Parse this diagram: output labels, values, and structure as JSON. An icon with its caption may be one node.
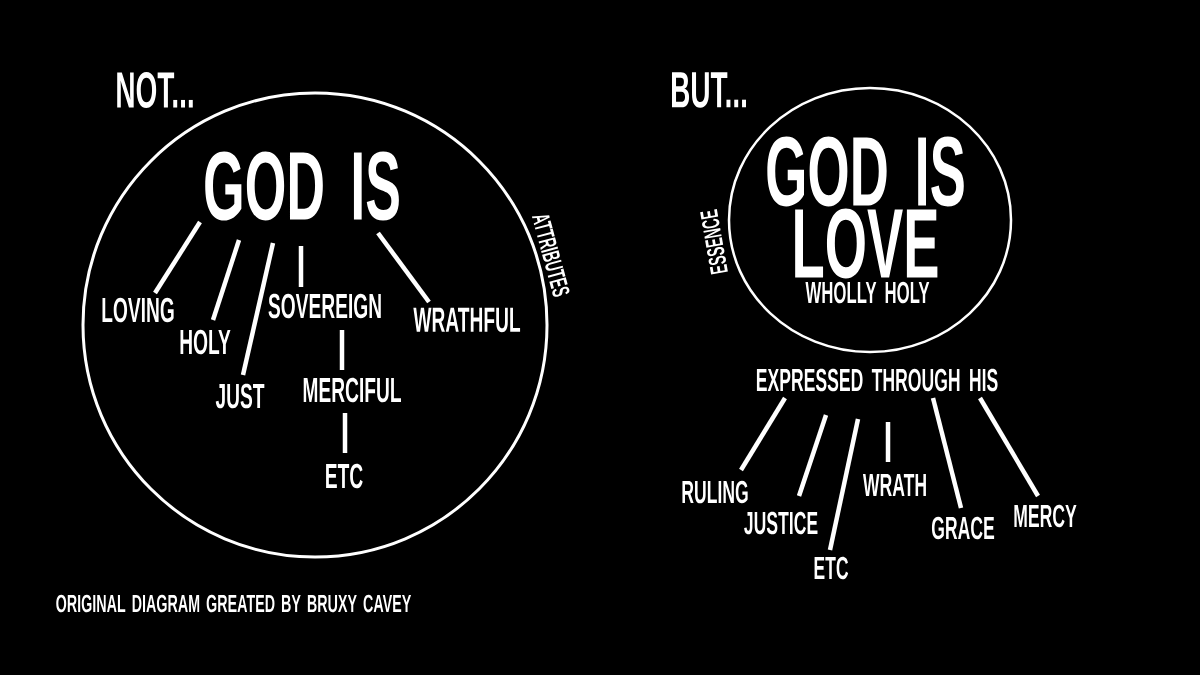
{
  "diagram": {
    "nodes": [
      {
        "text": [],
        "shape": "circle",
        "beside": [
          "ATTRIBUTES"
        ]
      },
      {
        "text": [
          "GOD IS"
        ],
        "in": 0
      },
      {
        "text": [
          "LOVING"
        ],
        "in": 0
      },
      {
        "text": [
          "HOLY"
        ],
        "in": 0
      },
      {
        "text": [
          "JUST"
        ],
        "in": 0
      },
      {
        "text": [
          "SOVEREIGN"
        ],
        "in": 0
      },
      {
        "text": [
          "WRATHFUL"
        ],
        "in": 0
      },
      {
        "text": [
          "MERCIFUL"
        ],
        "in": 0
      },
      {
        "text": [
          "ETC"
        ],
        "in": 0
      },
      {
        "text": [
          "GOD IS LOVE",
          "WHOLLY HOLY"
        ],
        "beside": [
          "ESSENCE"
        ]
      },
      {
        "text": [
          "EXPRESSED THROUGH HIS"
        ]
      },
      {
        "text": [
          "RULING"
        ]
      },
      {
        "text": [
          "JUSTICE"
        ]
      },
      {
        "text": [
          "ETC"
        ]
      },
      {
        "text": [
          "WRATH"
        ]
      },
      {
        "text": [
          "GRACE"
        ]
      },
      {
        "text": [
          "MERCY"
        ]
      }
    ],
    "edges": [
      {
        "from": 1,
        "to": 2,
        "arrow": "none"
      },
      {
        "from": 1,
        "to": 3,
        "arrow": "none"
      },
      {
        "from": 1,
        "to": 4,
        "arrow": "none"
      },
      {
        "from": 1,
        "to": 5,
        "arrow": "none"
      },
      {
        "from": 1,
        "to": 6,
        "arrow": "none"
      },
      {
        "from": 5,
        "to": 7,
        "arrow": "none"
      },
      {
        "from": 7,
        "to": 8,
        "arrow": "none"
      },
      {
        "from": 10,
        "to": 11,
        "arrow": "none"
      },
      {
        "from": 10,
        "to": 12,
        "arrow": "none"
      },
      {
        "from": 10,
        "to": 13,
        "arrow": "none"
      },
      {
        "from": 10,
        "to": 14,
        "arrow": "none"
      },
      {
        "from": 10,
        "to": 15,
        "arrow": "none"
      },
      {
        "from": 10,
        "to": 16,
        "arrow": "none"
      }
    ],
    "labels": [
      "NOT...",
      "BUT...",
      "ORIGINAL DIAGRAM GREATED BY BRUXY CAVEY"
    ]
  }
}
